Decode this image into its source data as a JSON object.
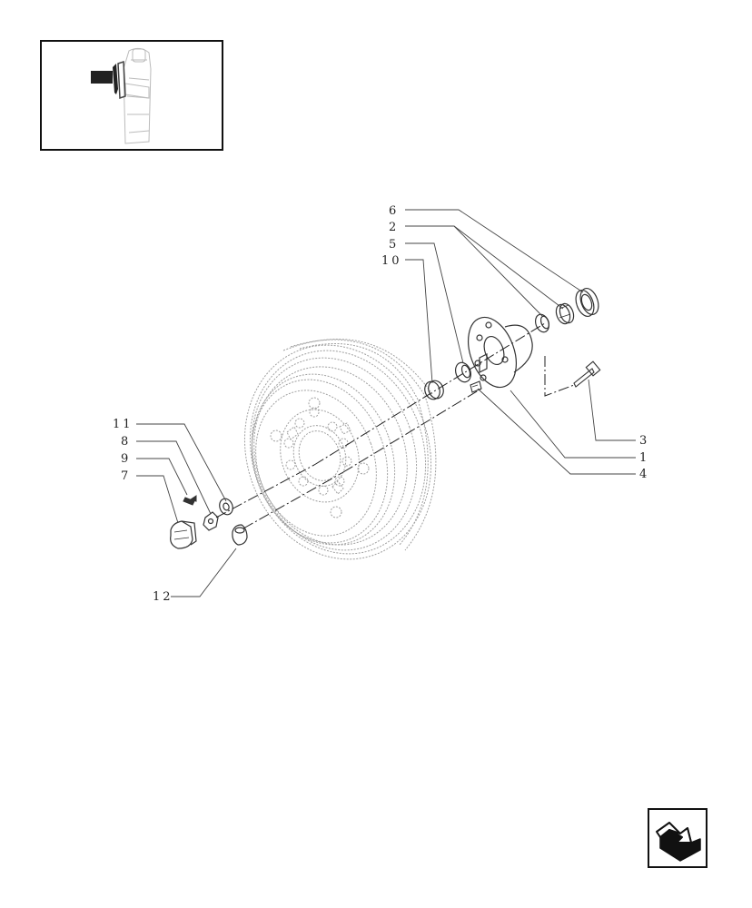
{
  "diagram": {
    "callouts": [
      {
        "id": "6",
        "label": "6"
      },
      {
        "id": "2",
        "label": "2"
      },
      {
        "id": "5",
        "label": "5"
      },
      {
        "id": "10",
        "label": "10"
      },
      {
        "id": "11",
        "label": "11"
      },
      {
        "id": "8",
        "label": "8"
      },
      {
        "id": "9",
        "label": "9"
      },
      {
        "id": "7",
        "label": "7"
      },
      {
        "id": "12",
        "label": "12"
      },
      {
        "id": "3",
        "label": "3"
      },
      {
        "id": "1",
        "label": "1"
      },
      {
        "id": "4",
        "label": "4"
      }
    ]
  },
  "thumbnail": {
    "icon": "tractor-locator-icon"
  },
  "navigation": {
    "icon": "next-page-arrow-icon"
  }
}
